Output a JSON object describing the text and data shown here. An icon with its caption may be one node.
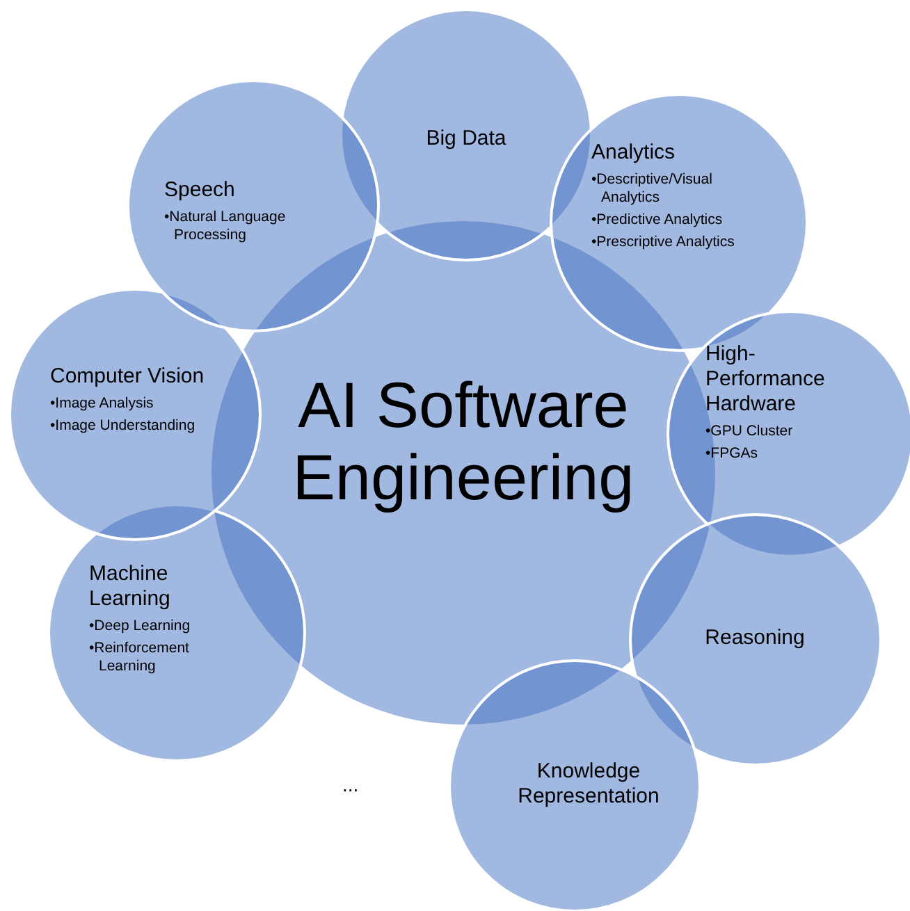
{
  "diagram": {
    "nodes": [
      {
        "text": [
          "AI Software Engineering"
        ]
      },
      {
        "text": [
          "Big Data"
        ]
      },
      {
        "text": [
          "Analytics",
          "•Descriptive/Visual Analytics",
          "•Predictive Analytics",
          "•Prescriptive Analytics"
        ]
      },
      {
        "text": [
          "High-Performance Hardware",
          "•GPU Cluster",
          "•FPGAs"
        ]
      },
      {
        "text": [
          "Reasoning"
        ]
      },
      {
        "text": [
          "Knowledge Representation"
        ]
      },
      {
        "text": [
          "Machine Learning",
          "•Deep Learning",
          "•Reinforcement Learning"
        ]
      },
      {
        "text": [
          "Computer Vision",
          "•Image Analysis",
          "•Image Understanding"
        ]
      },
      {
        "text": [
          "Speech",
          "•Natural Language Processing"
        ]
      }
    ],
    "edges": [],
    "labels": [
      "..."
    ]
  }
}
